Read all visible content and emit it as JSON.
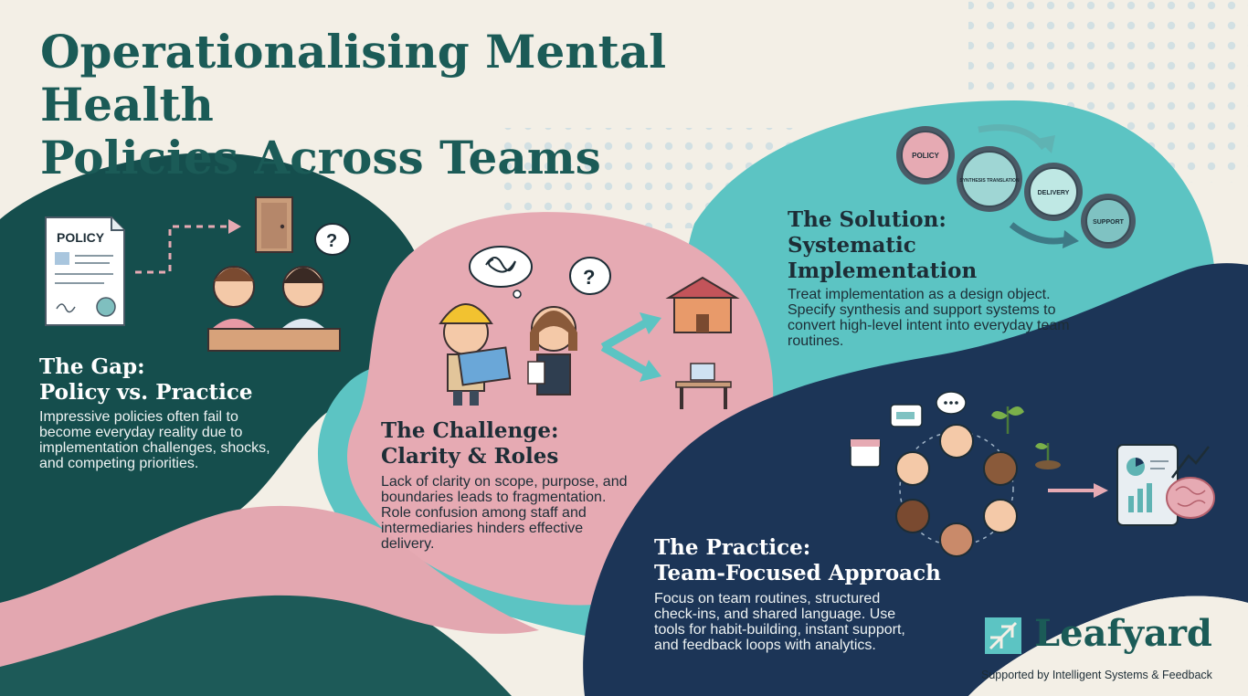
{
  "title": {
    "line1": "Operationalising Mental Health",
    "line2": "Policies Across Teams"
  },
  "sections": {
    "gap": {
      "heading_line1": "The Gap:",
      "heading_line2": "Policy vs. Practice",
      "body": "Impressive policies often fail to become everyday reality due to implementation challenges, shocks, and competing priorities.",
      "policy_doc_label": "POLICY"
    },
    "challenge": {
      "heading_line1": "The Challenge:",
      "heading_line2": "Clarity & Roles",
      "body": "Lack of clarity on scope, purpose, and boundaries leads to fragmentation. Role confusion among staff and intermediaries hinders effective delivery."
    },
    "solution": {
      "heading_line1": "The Solution:",
      "heading_line2": "Systematic",
      "heading_line3": "Implementation",
      "body": "Treat implementation as a design object. Specify synthesis and support systems to convert high-level intent into everyday team routines.",
      "gears": [
        "POLICY",
        "SYNTHESIS TRANSLATION",
        "DELIVERY",
        "SUPPORT"
      ]
    },
    "practice": {
      "heading_line1": "The Practice:",
      "heading_line2": "Team-Focused Approach",
      "body": "Focus on team routines, structured check-ins, and shared language. Use tools for habit-building, instant support, and feedback loops with analytics."
    }
  },
  "brand": {
    "name": "Leafyard",
    "tagline": "Supported by Intelligent Systems & Feedback",
    "logo_icon": "leaf-square-icon"
  },
  "colors": {
    "title": "#1b5b57",
    "dark_teal": "#154e4d",
    "pink": "#e6aab3",
    "aqua": "#5cc4c3",
    "navy": "#1c3557",
    "cream": "#f3efe6"
  }
}
